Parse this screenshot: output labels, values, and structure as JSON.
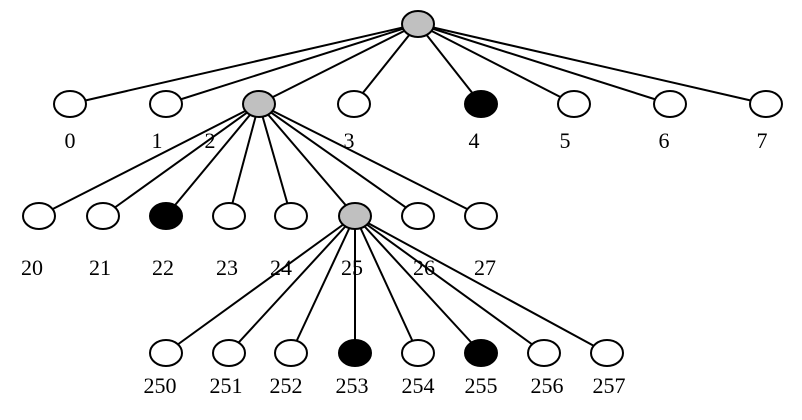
{
  "colors": {
    "white": "#ffffff",
    "gray": "#c0c0c0",
    "black": "#000000"
  },
  "nodes": [
    {
      "id": "root",
      "label": "",
      "fill": "gray"
    },
    {
      "id": "0",
      "label": "0",
      "fill": "white"
    },
    {
      "id": "1",
      "label": "1",
      "fill": "white"
    },
    {
      "id": "2",
      "label": "2",
      "fill": "gray"
    },
    {
      "id": "3",
      "label": "3",
      "fill": "white"
    },
    {
      "id": "4",
      "label": "4",
      "fill": "black"
    },
    {
      "id": "5",
      "label": "5",
      "fill": "white"
    },
    {
      "id": "6",
      "label": "6",
      "fill": "white"
    },
    {
      "id": "7",
      "label": "7",
      "fill": "white"
    },
    {
      "id": "20",
      "label": "20",
      "fill": "white"
    },
    {
      "id": "21",
      "label": "21",
      "fill": "white"
    },
    {
      "id": "22",
      "label": "22",
      "fill": "black"
    },
    {
      "id": "23",
      "label": "23",
      "fill": "white"
    },
    {
      "id": "24",
      "label": "24",
      "fill": "white"
    },
    {
      "id": "25",
      "label": "25",
      "fill": "gray"
    },
    {
      "id": "26",
      "label": "26",
      "fill": "white"
    },
    {
      "id": "27",
      "label": "27",
      "fill": "white"
    },
    {
      "id": "250",
      "label": "250",
      "fill": "white"
    },
    {
      "id": "251",
      "label": "251",
      "fill": "white"
    },
    {
      "id": "252",
      "label": "252",
      "fill": "white"
    },
    {
      "id": "253",
      "label": "253",
      "fill": "black"
    },
    {
      "id": "254",
      "label": "254",
      "fill": "white"
    },
    {
      "id": "255",
      "label": "255",
      "fill": "black"
    },
    {
      "id": "256",
      "label": "256",
      "fill": "white"
    },
    {
      "id": "257",
      "label": "257",
      "fill": "white"
    }
  ],
  "edges": [
    [
      "root",
      "0"
    ],
    [
      "root",
      "1"
    ],
    [
      "root",
      "2"
    ],
    [
      "root",
      "3"
    ],
    [
      "root",
      "4"
    ],
    [
      "root",
      "5"
    ],
    [
      "root",
      "6"
    ],
    [
      "root",
      "7"
    ],
    [
      "2",
      "20"
    ],
    [
      "2",
      "21"
    ],
    [
      "2",
      "22"
    ],
    [
      "2",
      "23"
    ],
    [
      "2",
      "24"
    ],
    [
      "2",
      "25"
    ],
    [
      "2",
      "26"
    ],
    [
      "2",
      "27"
    ],
    [
      "25",
      "250"
    ],
    [
      "25",
      "251"
    ],
    [
      "25",
      "252"
    ],
    [
      "25",
      "253"
    ],
    [
      "25",
      "254"
    ],
    [
      "25",
      "255"
    ],
    [
      "25",
      "256"
    ],
    [
      "25",
      "257"
    ]
  ]
}
